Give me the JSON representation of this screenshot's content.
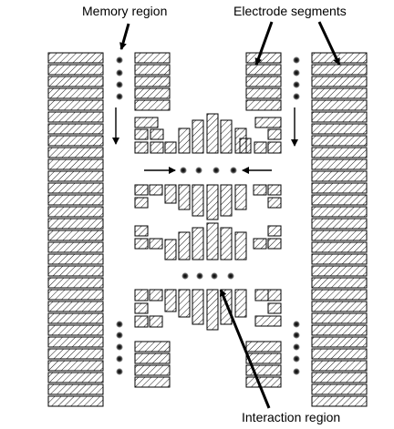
{
  "labels": {
    "memory_region": "Memory region",
    "electrode_segments": "Electrode segments",
    "interaction_region": "Interaction region"
  },
  "colors": {
    "stroke": "#000000",
    "hatch": "#000000",
    "ion": "#222222",
    "background": "#ffffff"
  }
}
